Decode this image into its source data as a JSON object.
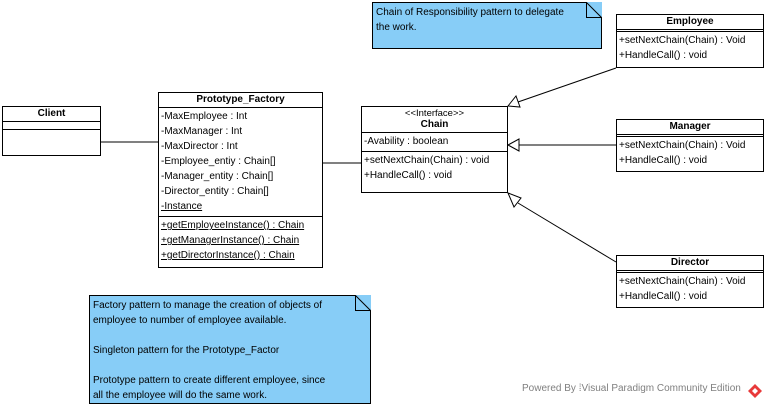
{
  "notes": {
    "chain_note": {
      "lines": [
        "Chain of Responsibility pattern to delegate",
        "the work."
      ]
    },
    "factory_note": {
      "lines": [
        "Factory pattern to manage the creation of objects of",
        "employee to number of employee available.",
        "",
        "Singleton pattern for the Prototype_Factor",
        "",
        "Prototype pattern to create different employee, since",
        "all the employee will do the same work."
      ]
    }
  },
  "classes": {
    "client": {
      "name": "Client",
      "attributes": [],
      "operations": []
    },
    "prototype_factory": {
      "name": "Prototype_Factory",
      "attributes": [
        "-MaxEmployee : Int",
        "-MaxManager : Int",
        "-MaxDirector : Int",
        "-Employee_entiy : Chain[]",
        "-Manager_entity : Chain[]",
        "-Director_entity : Chain[]",
        "-Instance"
      ],
      "operations": [
        "+getEmployeeInstance() : Chain",
        "+getManagerInstance() : Chain",
        "+getDirectorInstance() : Chain"
      ]
    },
    "chain": {
      "stereotype": "<<Interface>>",
      "name": "Chain",
      "attributes": [
        "-Avability : boolean"
      ],
      "operations": [
        "+setNextChain(Chain) : void",
        "+HandleCall() : void"
      ]
    },
    "employee": {
      "name": "Employee",
      "operations": [
        "+setNextChain(Chain) : Void",
        "+HandleCall() : void"
      ]
    },
    "manager": {
      "name": "Manager",
      "operations": [
        "+setNextChain(Chain) : Void",
        "+HandleCall() : void"
      ]
    },
    "director": {
      "name": "Director",
      "operations": [
        "+setNextChain(Chain) : Void",
        "+HandleCall() : void"
      ]
    }
  },
  "footer": {
    "prefix": "Powered By",
    "separator": "⁞",
    "brand": "Visual Paradigm Community Edition"
  },
  "colors": {
    "note_fill": "#87cdf7",
    "class_fill": "#ffffff",
    "logo_red": "#e8393a",
    "footer_text": "#7f7f7f"
  }
}
